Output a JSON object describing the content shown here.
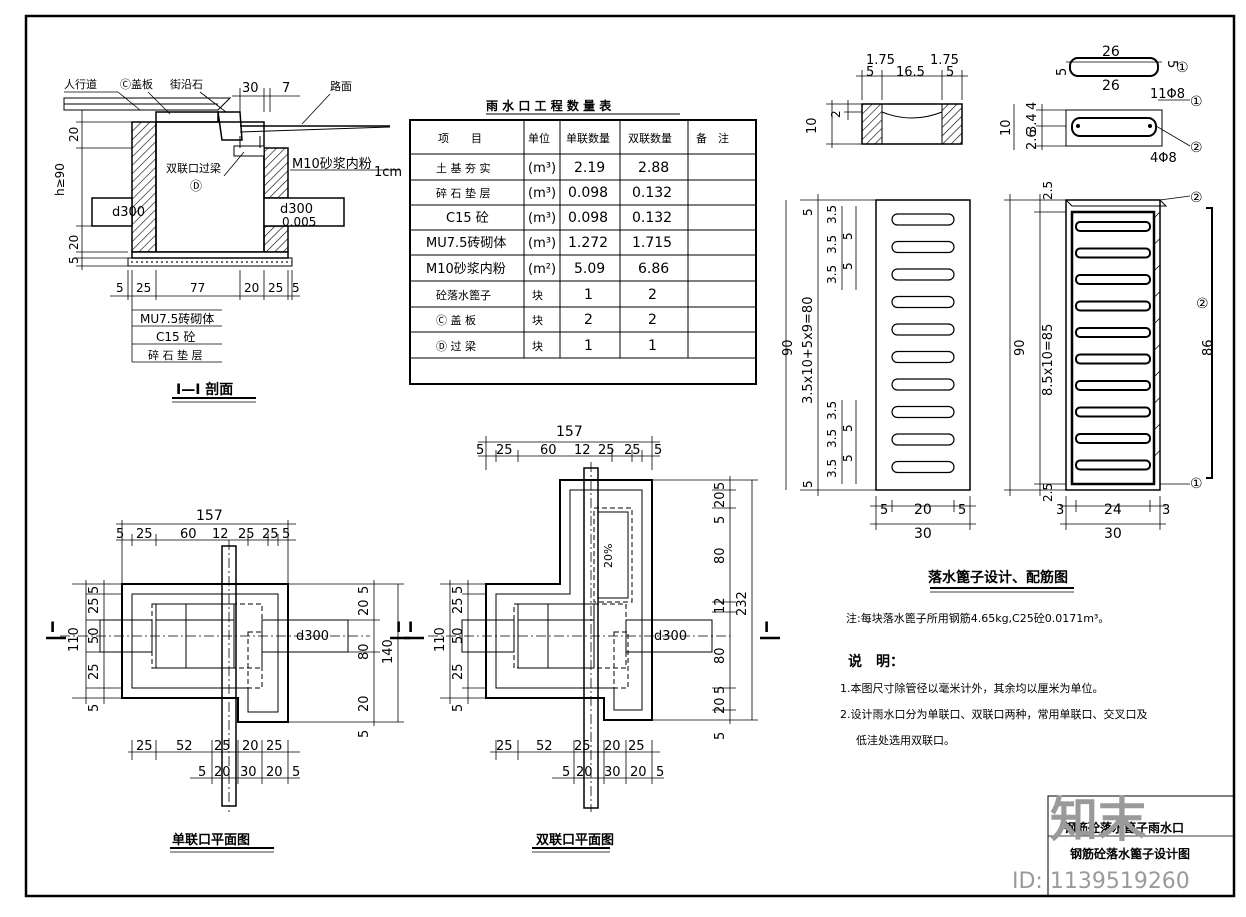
{
  "table": {
    "title": "雨 水 口 工 程 数 量 表",
    "headers": [
      "项　　目",
      "单位",
      "单联数量",
      "双联数量",
      "备　注"
    ],
    "rows": [
      {
        "item": "土 基 夯 实",
        "unit": "(m³)",
        "single": "2.19",
        "double": "2.88"
      },
      {
        "item": "碎 石 垫 层",
        "unit": "(m³)",
        "single": "0.098",
        "double": "0.132"
      },
      {
        "item": "C15 砼",
        "unit": "(m³)",
        "single": "0.098",
        "double": "0.132"
      },
      {
        "item": "MU7.5砖砌体",
        "unit": "(m³)",
        "single": "1.272",
        "double": "1.715"
      },
      {
        "item": "M10砂浆内粉",
        "unit": "(m²)",
        "single": "5.09",
        "double": "6.86"
      },
      {
        "item": "砼落水篦子",
        "unit": "块",
        "single": "1",
        "double": "2"
      },
      {
        "item": "Ⓒ 盖 板",
        "unit": "块",
        "single": "2",
        "double": "2"
      },
      {
        "item": "Ⓓ 过 梁",
        "unit": "块",
        "single": "1",
        "double": "1"
      }
    ]
  },
  "section": {
    "title": "Ⅰ—Ⅰ 剖面",
    "label_sidewalk": "人行道",
    "label_cover": "Ⓒ盖板",
    "label_curb": "街沿石",
    "label_road": "路面",
    "label_lintel": "双联口过梁",
    "label_lintel_mark": "Ⓓ",
    "label_plaster": "M10砂浆内粉",
    "label_1cm": "1cm",
    "label_pipe_left": "d300",
    "label_pipe_right": "d300",
    "label_slope": "0.005",
    "label_h": "h≥90",
    "dim_30": "30",
    "dim_7": "7",
    "dim_20": "20",
    "dim_5": "5",
    "dim_25": "25",
    "dim_77": "77",
    "legend": [
      "MU7.5砖砌体",
      "C15 砼",
      "碎 石 垫 层"
    ]
  },
  "single_plan": {
    "title": "单联口平面图",
    "top_total": "157",
    "top_dims": [
      "5",
      "25",
      "60",
      "12",
      "25",
      "25",
      "5"
    ],
    "left_total": "110",
    "left_dims": [
      "5",
      "25",
      "50",
      "25",
      "5"
    ],
    "right_total": "140",
    "right_dims": [
      "5",
      "20",
      "80",
      "20",
      "5"
    ],
    "bottom_dims1": [
      "25",
      "52",
      "25",
      "20",
      "25"
    ],
    "bottom_dims2": [
      "5",
      "20",
      "30",
      "20",
      "5"
    ],
    "pipe": "d300",
    "section_mark": "Ⅰ"
  },
  "double_plan": {
    "title": "双联口平面图",
    "top_total": "157",
    "top_dims": [
      "5",
      "25",
      "60",
      "12",
      "25",
      "25",
      "5"
    ],
    "left_total": "110",
    "left_dims": [
      "5",
      "25",
      "50",
      "25",
      "5"
    ],
    "right_total": "232",
    "right_dims": [
      "5",
      "20",
      "5",
      "80",
      "12",
      "80",
      "5",
      "20",
      "5"
    ],
    "bottom_dims1": [
      "25",
      "52",
      "25",
      "20",
      "25"
    ],
    "bottom_dims2": [
      "5",
      "20",
      "30",
      "20",
      "5"
    ],
    "pipe": "d300",
    "slope": "20%",
    "section_mark": "Ⅰ"
  },
  "grate": {
    "title": "落水篦子设计、配筋图",
    "note_line": "注:每块落水篦子所用钢筋4.65kg,C25砼0.0171m³。",
    "top_dims": [
      "1.75",
      "16.5",
      "1.75"
    ],
    "top_dims2": [
      "5",
      "5"
    ],
    "top_h": "10",
    "top_inner": "2",
    "rebar_26a": "26",
    "rebar_26b": "26",
    "rebar_5": "5",
    "rebar_11": "11Φ8",
    "rebar_4": "4Φ8",
    "rebar_dims_left": [
      "4",
      "3.4",
      "2.6"
    ],
    "rebar_10": "10",
    "mark1": "①",
    "mark2": "②",
    "plan_total": "90",
    "plan_chain": "3.5x10+5x9=80",
    "plan_top_dims": [
      "5",
      "3.5",
      "5",
      "3.5",
      "5",
      "3.5"
    ],
    "plan_bot_dims": [
      "3.5",
      "5",
      "3.5",
      "5",
      "3.5"
    ],
    "plan_width_dims": [
      "5",
      "20",
      "5"
    ],
    "plan_width_total": "30",
    "rebar_total": "90",
    "rebar_chain": "8.5x10=85",
    "rebar_top": "2.5",
    "rebar_bot": "2.5",
    "rebar_width_dims": [
      "3",
      "24",
      "3"
    ],
    "rebar_width_total": "30",
    "rebar_86": "86"
  },
  "notes": {
    "heading": "说　明：",
    "items": [
      "1.本图尺寸除管径以毫米计外，其余均以厘米为单位。",
      "2.设计雨水口分为单联口、双联口两种，常用单联口、交叉口及",
      "低洼处选用双联口。"
    ]
  },
  "title_block": {
    "line1": "钢筋砼落水篦子雨水口",
    "line2": "钢筋砼落水篦子设计图",
    "watermark_logo": "知末",
    "id_text": "ID: 1139519260"
  }
}
